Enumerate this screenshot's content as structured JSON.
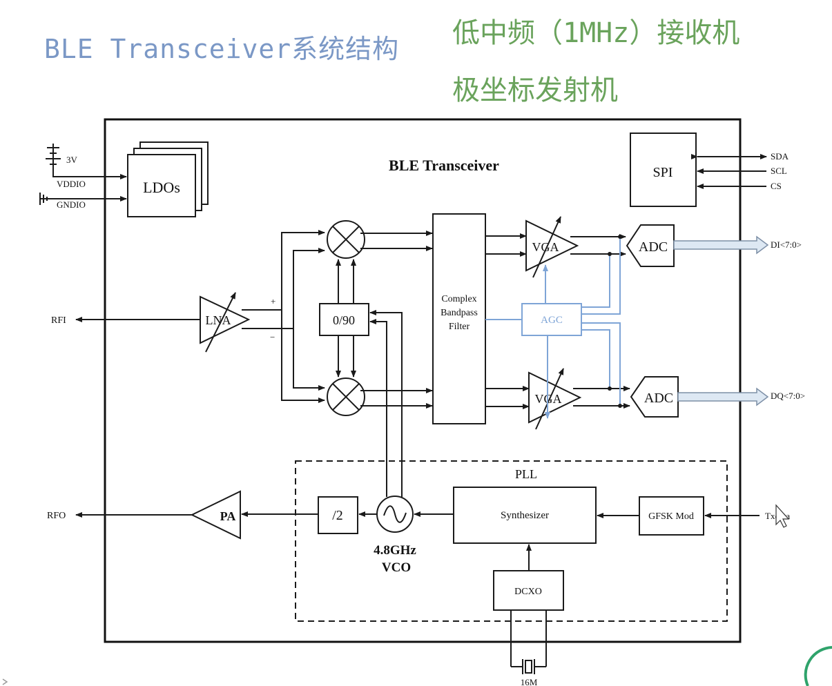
{
  "slide": {
    "title": "BLE Transceiver系统结构",
    "note_rx": "低中频（1MHz）接收机",
    "note_tx": "极坐标发射机"
  },
  "diagram": {
    "chip_title": "BLE Transceiver",
    "supply_voltage": "3V",
    "vddio": "VDDIO",
    "gndio": "GNDIO",
    "ldos": "LDOs",
    "spi": "SPI",
    "sda": "SDA",
    "scl": "SCL",
    "cs": "CS",
    "rfi": "RFI",
    "lna": "LNA",
    "plus": "+",
    "minus": "−",
    "phase_splitter": "0/90",
    "filter_line1": "Complex",
    "filter_line2": "Bandpass",
    "filter_line3": "Filter",
    "vga_i": "VGA",
    "vga_q": "VGA",
    "agc": "AGC",
    "adc_i": "ADC",
    "adc_q": "ADC",
    "out_i": "DI<7:0>",
    "out_q": "DQ<7:0>",
    "pll": "PLL",
    "synth": "Synthesizer",
    "gfsk": "GFSK Mod",
    "txdata": "Txdata",
    "divider": "/2",
    "vco_freq": "4.8GHz",
    "vco": "VCO",
    "pa": "PA",
    "rfo": "RFO",
    "dcxo": "DCXO",
    "crystal": "16M",
    "colors": {
      "agc_blue": "#7ea4d6",
      "title_blue": "#7b98c6",
      "note_green": "#6aa35c"
    }
  }
}
